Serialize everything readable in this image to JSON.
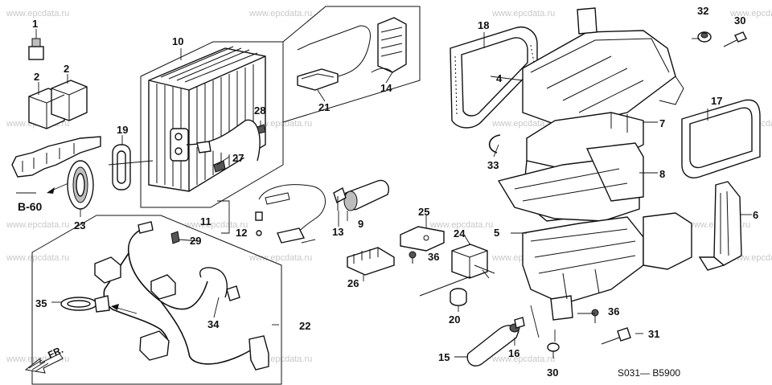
{
  "watermark": "www.epcdata.ru",
  "diagram_code": "S031— B5900",
  "labels": {
    "p1": "1",
    "p2a": "2",
    "p2b": "2",
    "p4": "4",
    "p5": "5",
    "p6": "6",
    "p7": "7",
    "p8": "8",
    "p9": "9",
    "p10": "10",
    "p11": "11",
    "p12": "12",
    "p13": "13",
    "p14": "14",
    "p15": "15",
    "p16": "16",
    "p17": "17",
    "p18": "18",
    "p19": "19",
    "p20": "20",
    "p21": "21",
    "p22": "22",
    "p23": "23",
    "p24": "24",
    "p25": "25",
    "p26": "26",
    "p27": "27",
    "p28": "28",
    "p29": "29",
    "p30a": "30",
    "p30b": "30",
    "p31": "31",
    "p32": "32",
    "p33": "33",
    "p34": "34",
    "p35": "35",
    "p36a": "36",
    "p36b": "36"
  },
  "ref_label": "B-60",
  "fr_label": "FR."
}
